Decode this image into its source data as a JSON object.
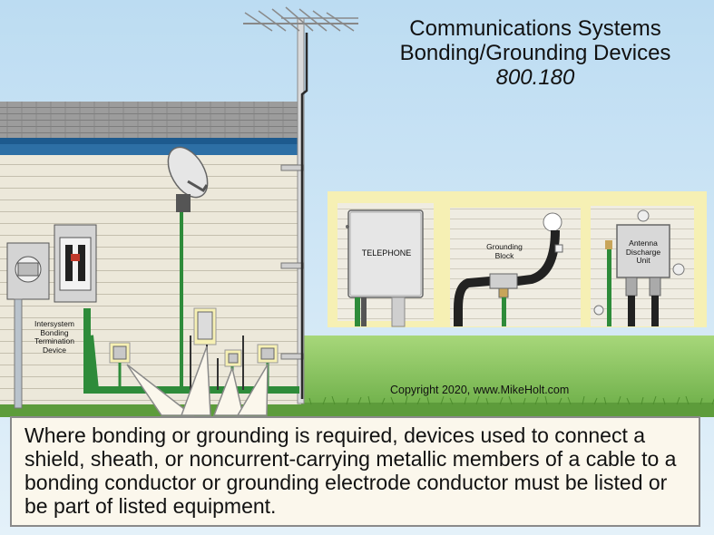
{
  "title": {
    "line1": "Communications Systems",
    "line2": "Bonding/Grounding Devices",
    "code_ref": "800.180"
  },
  "labels": {
    "intersystem": [
      "Intersystem",
      "Bonding",
      "Termination",
      "Device"
    ],
    "telephone": "TELEPHONE",
    "grounding_block": [
      "Grounding",
      "Block"
    ],
    "antenna_discharge": [
      "Antenna",
      "Discharge",
      "Unit"
    ]
  },
  "copyright": "Copyright 2020, www.MikeHolt.com",
  "caption": "Where bonding or grounding is required, devices used to connect a shield, sheath, or noncurrent-carrying metallic members of a cable to a bonding conductor or grounding electrode conductor must be listed or be part of listed equipment.",
  "colors": {
    "sky": "#c9e3f3",
    "siding": "#ece8da",
    "roof": "#9a9a9a",
    "fascia": "#1d5a8e",
    "conductor_green": "#2e8b3a",
    "inset_bg": "#f6f0b4",
    "caption_bg": "#fbf7ec"
  }
}
